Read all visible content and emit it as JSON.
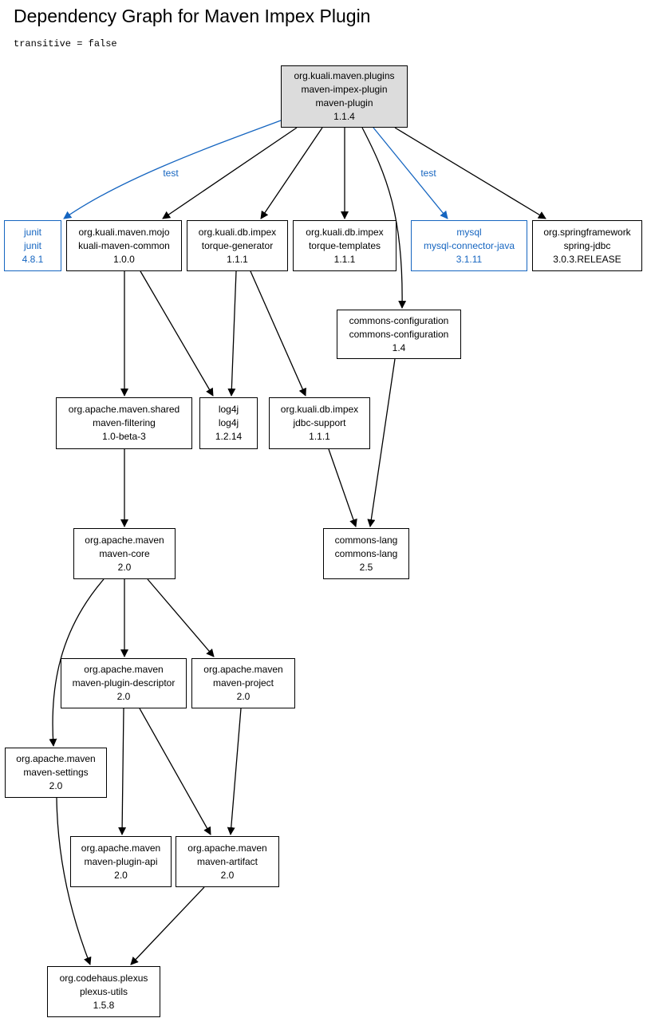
{
  "title": "Dependency Graph for Maven Impex Plugin",
  "subtitle": "transitive = false",
  "colors": {
    "test": "#1565c0",
    "root_fill": "#dcdcdc",
    "edge": "#000000"
  },
  "nodes": {
    "root": {
      "group": "org.kuali.maven.plugins",
      "artifact": "maven-impex-plugin",
      "type": "maven-plugin",
      "version": "1.1.4"
    },
    "junit": {
      "group": "junit",
      "artifact": "junit",
      "version": "4.8.1"
    },
    "kuali_common": {
      "group": "org.kuali.maven.mojo",
      "artifact": "kuali-maven-common",
      "version": "1.0.0"
    },
    "torque_generator": {
      "group": "org.kuali.db.impex",
      "artifact": "torque-generator",
      "version": "1.1.1"
    },
    "torque_templates": {
      "group": "org.kuali.db.impex",
      "artifact": "torque-templates",
      "version": "1.1.1"
    },
    "mysql": {
      "group": "mysql",
      "artifact": "mysql-connector-java",
      "version": "3.1.11"
    },
    "spring_jdbc": {
      "group": "org.springframework",
      "artifact": "spring-jdbc",
      "version": "3.0.3.RELEASE"
    },
    "commons_configuration": {
      "group": "commons-configuration",
      "artifact": "commons-configuration",
      "version": "1.4"
    },
    "maven_filtering": {
      "group": "org.apache.maven.shared",
      "artifact": "maven-filtering",
      "version": "1.0-beta-3"
    },
    "log4j": {
      "group": "log4j",
      "artifact": "log4j",
      "version": "1.2.14"
    },
    "jdbc_support": {
      "group": "org.kuali.db.impex",
      "artifact": "jdbc-support",
      "version": "1.1.1"
    },
    "maven_core": {
      "group": "org.apache.maven",
      "artifact": "maven-core",
      "version": "2.0"
    },
    "commons_lang": {
      "group": "commons-lang",
      "artifact": "commons-lang",
      "version": "2.5"
    },
    "plugin_descriptor": {
      "group": "org.apache.maven",
      "artifact": "maven-plugin-descriptor",
      "version": "2.0"
    },
    "maven_project": {
      "group": "org.apache.maven",
      "artifact": "maven-project",
      "version": "2.0"
    },
    "maven_settings": {
      "group": "org.apache.maven",
      "artifact": "maven-settings",
      "version": "2.0"
    },
    "plugin_api": {
      "group": "org.apache.maven",
      "artifact": "maven-plugin-api",
      "version": "2.0"
    },
    "maven_artifact": {
      "group": "org.apache.maven",
      "artifact": "maven-artifact",
      "version": "2.0"
    },
    "plexus_utils": {
      "group": "org.codehaus.plexus",
      "artifact": "plexus-utils",
      "version": "1.5.8"
    }
  },
  "edges": [
    {
      "from": "root",
      "to": "junit",
      "label": "test",
      "scope": "test"
    },
    {
      "from": "root",
      "to": "kuali_common"
    },
    {
      "from": "root",
      "to": "torque_generator"
    },
    {
      "from": "root",
      "to": "torque_templates"
    },
    {
      "from": "root",
      "to": "commons_configuration"
    },
    {
      "from": "root",
      "to": "mysql",
      "label": "test",
      "scope": "test"
    },
    {
      "from": "root",
      "to": "spring_jdbc"
    },
    {
      "from": "kuali_common",
      "to": "maven_filtering"
    },
    {
      "from": "kuali_common",
      "to": "log4j"
    },
    {
      "from": "torque_generator",
      "to": "log4j"
    },
    {
      "from": "torque_generator",
      "to": "jdbc_support"
    },
    {
      "from": "commons_configuration",
      "to": "commons_lang"
    },
    {
      "from": "jdbc_support",
      "to": "commons_lang"
    },
    {
      "from": "maven_filtering",
      "to": "maven_core"
    },
    {
      "from": "maven_core",
      "to": "maven_settings"
    },
    {
      "from": "maven_core",
      "to": "plugin_descriptor"
    },
    {
      "from": "maven_core",
      "to": "maven_project"
    },
    {
      "from": "plugin_descriptor",
      "to": "plugin_api"
    },
    {
      "from": "plugin_descriptor",
      "to": "maven_artifact"
    },
    {
      "from": "maven_project",
      "to": "maven_artifact"
    },
    {
      "from": "maven_settings",
      "to": "plexus_utils"
    },
    {
      "from": "maven_artifact",
      "to": "plexus_utils"
    }
  ]
}
